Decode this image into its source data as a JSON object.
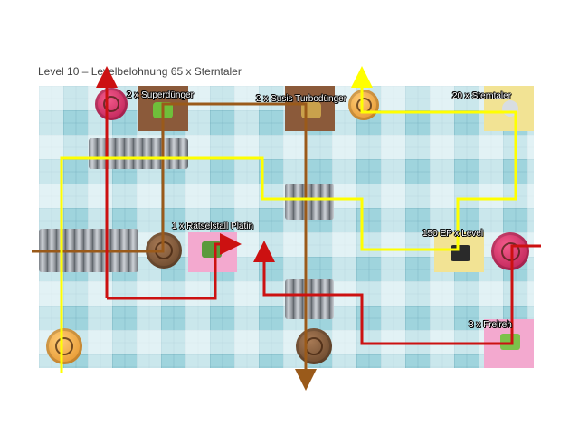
{
  "caption": "Level 10 – Levelbelohnung 65 x Sterntaler",
  "rewards": [
    {
      "id": "superduenger",
      "label": "2 x Superdünger"
    },
    {
      "id": "turbo",
      "label": "2 x Susis Turbodünger"
    },
    {
      "id": "sterntaler",
      "label": "20 x Sterntaler"
    },
    {
      "id": "raetselstall",
      "label": "1 x Rätselstall Platin"
    },
    {
      "id": "ep",
      "label": "150 EP x Level"
    },
    {
      "id": "freireh",
      "label": "3 x Freireh"
    }
  ],
  "path_colors": {
    "red": "#cc1111",
    "yellow": "#ffff00",
    "brown": "#9a5a1a"
  }
}
